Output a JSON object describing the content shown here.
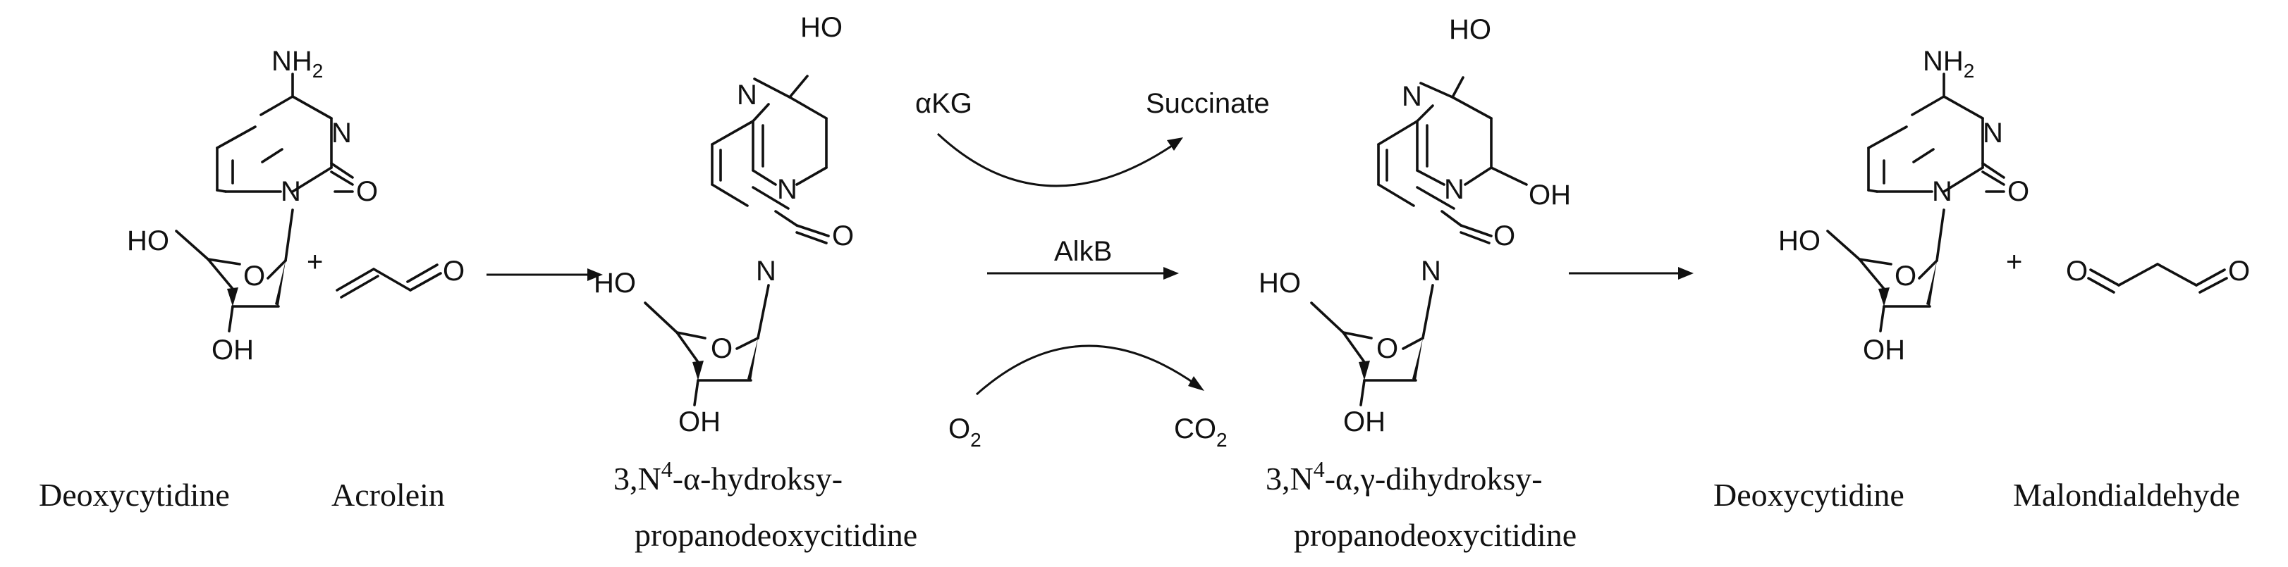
{
  "atoms": {
    "nh2": "NH",
    "nh2_sub": "2",
    "n": "N",
    "o": "O",
    "ho": "HO",
    "oh": "OH"
  },
  "reagents": {
    "enzyme": "AlkB",
    "cosubstrate": "αKG",
    "coproduct": "Succinate",
    "oxygen": "O",
    "oxygen_sub": "2",
    "co2": "CO",
    "co2_sub": "2",
    "plus": "+"
  },
  "captions": {
    "deoxycytidine_left": "Deoxycytidine",
    "acrolein": "Acrolein",
    "adduct1_l1_a": "3,N",
    "adduct1_l1_sup": "4",
    "adduct1_l1_b": "-α-hydroksy-",
    "adduct1_l2": "propanodeoxycitidine",
    "adduct2_l1_a": "3,N",
    "adduct2_l1_sup": "4",
    "adduct2_l1_b": "-α,γ-dihydroksy-",
    "adduct2_l2": "propanodeoxycitidine",
    "deoxycytidine_right": "Deoxycytidine",
    "malondialdehyde": "Malondialdehyde"
  }
}
